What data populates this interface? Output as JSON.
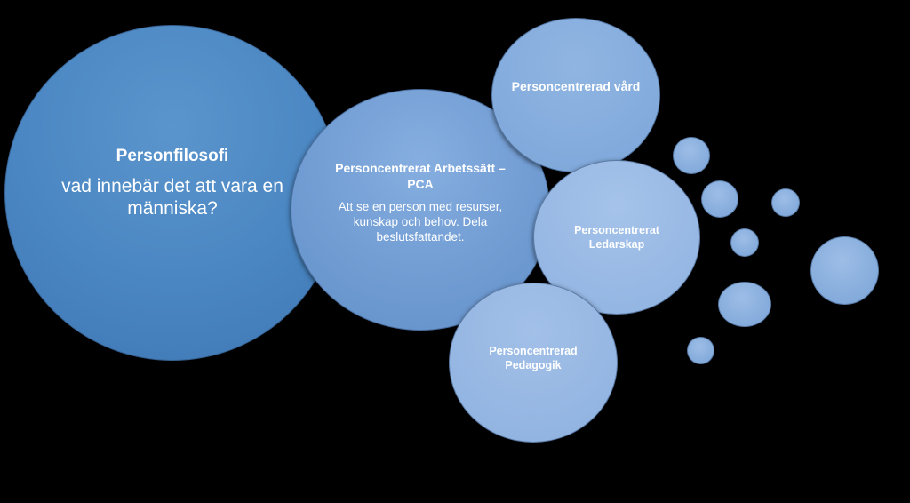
{
  "diagram": {
    "main": {
      "title": "Personfilosofi",
      "subtitle": "vad innebär det att vara en människa?"
    },
    "pca": {
      "title": "Personcentrerat Arbetssätt – PCA",
      "description": "Att se en person med resurser, kunskap och behov. Dela beslutsfattandet."
    },
    "vard": {
      "title": "Personcentrerad vård"
    },
    "ledarskap": {
      "title": "Personcentrerat Ledarskap"
    },
    "pedagogik": {
      "title": "Personcentrerad Pedagogik"
    }
  },
  "colors": {
    "background": "#000000",
    "main_bubble": "#4a86c2",
    "pca_bubble": "#6f9bd2",
    "outer_bubbles": "#8fb2e0",
    "text": "#ffffff"
  }
}
